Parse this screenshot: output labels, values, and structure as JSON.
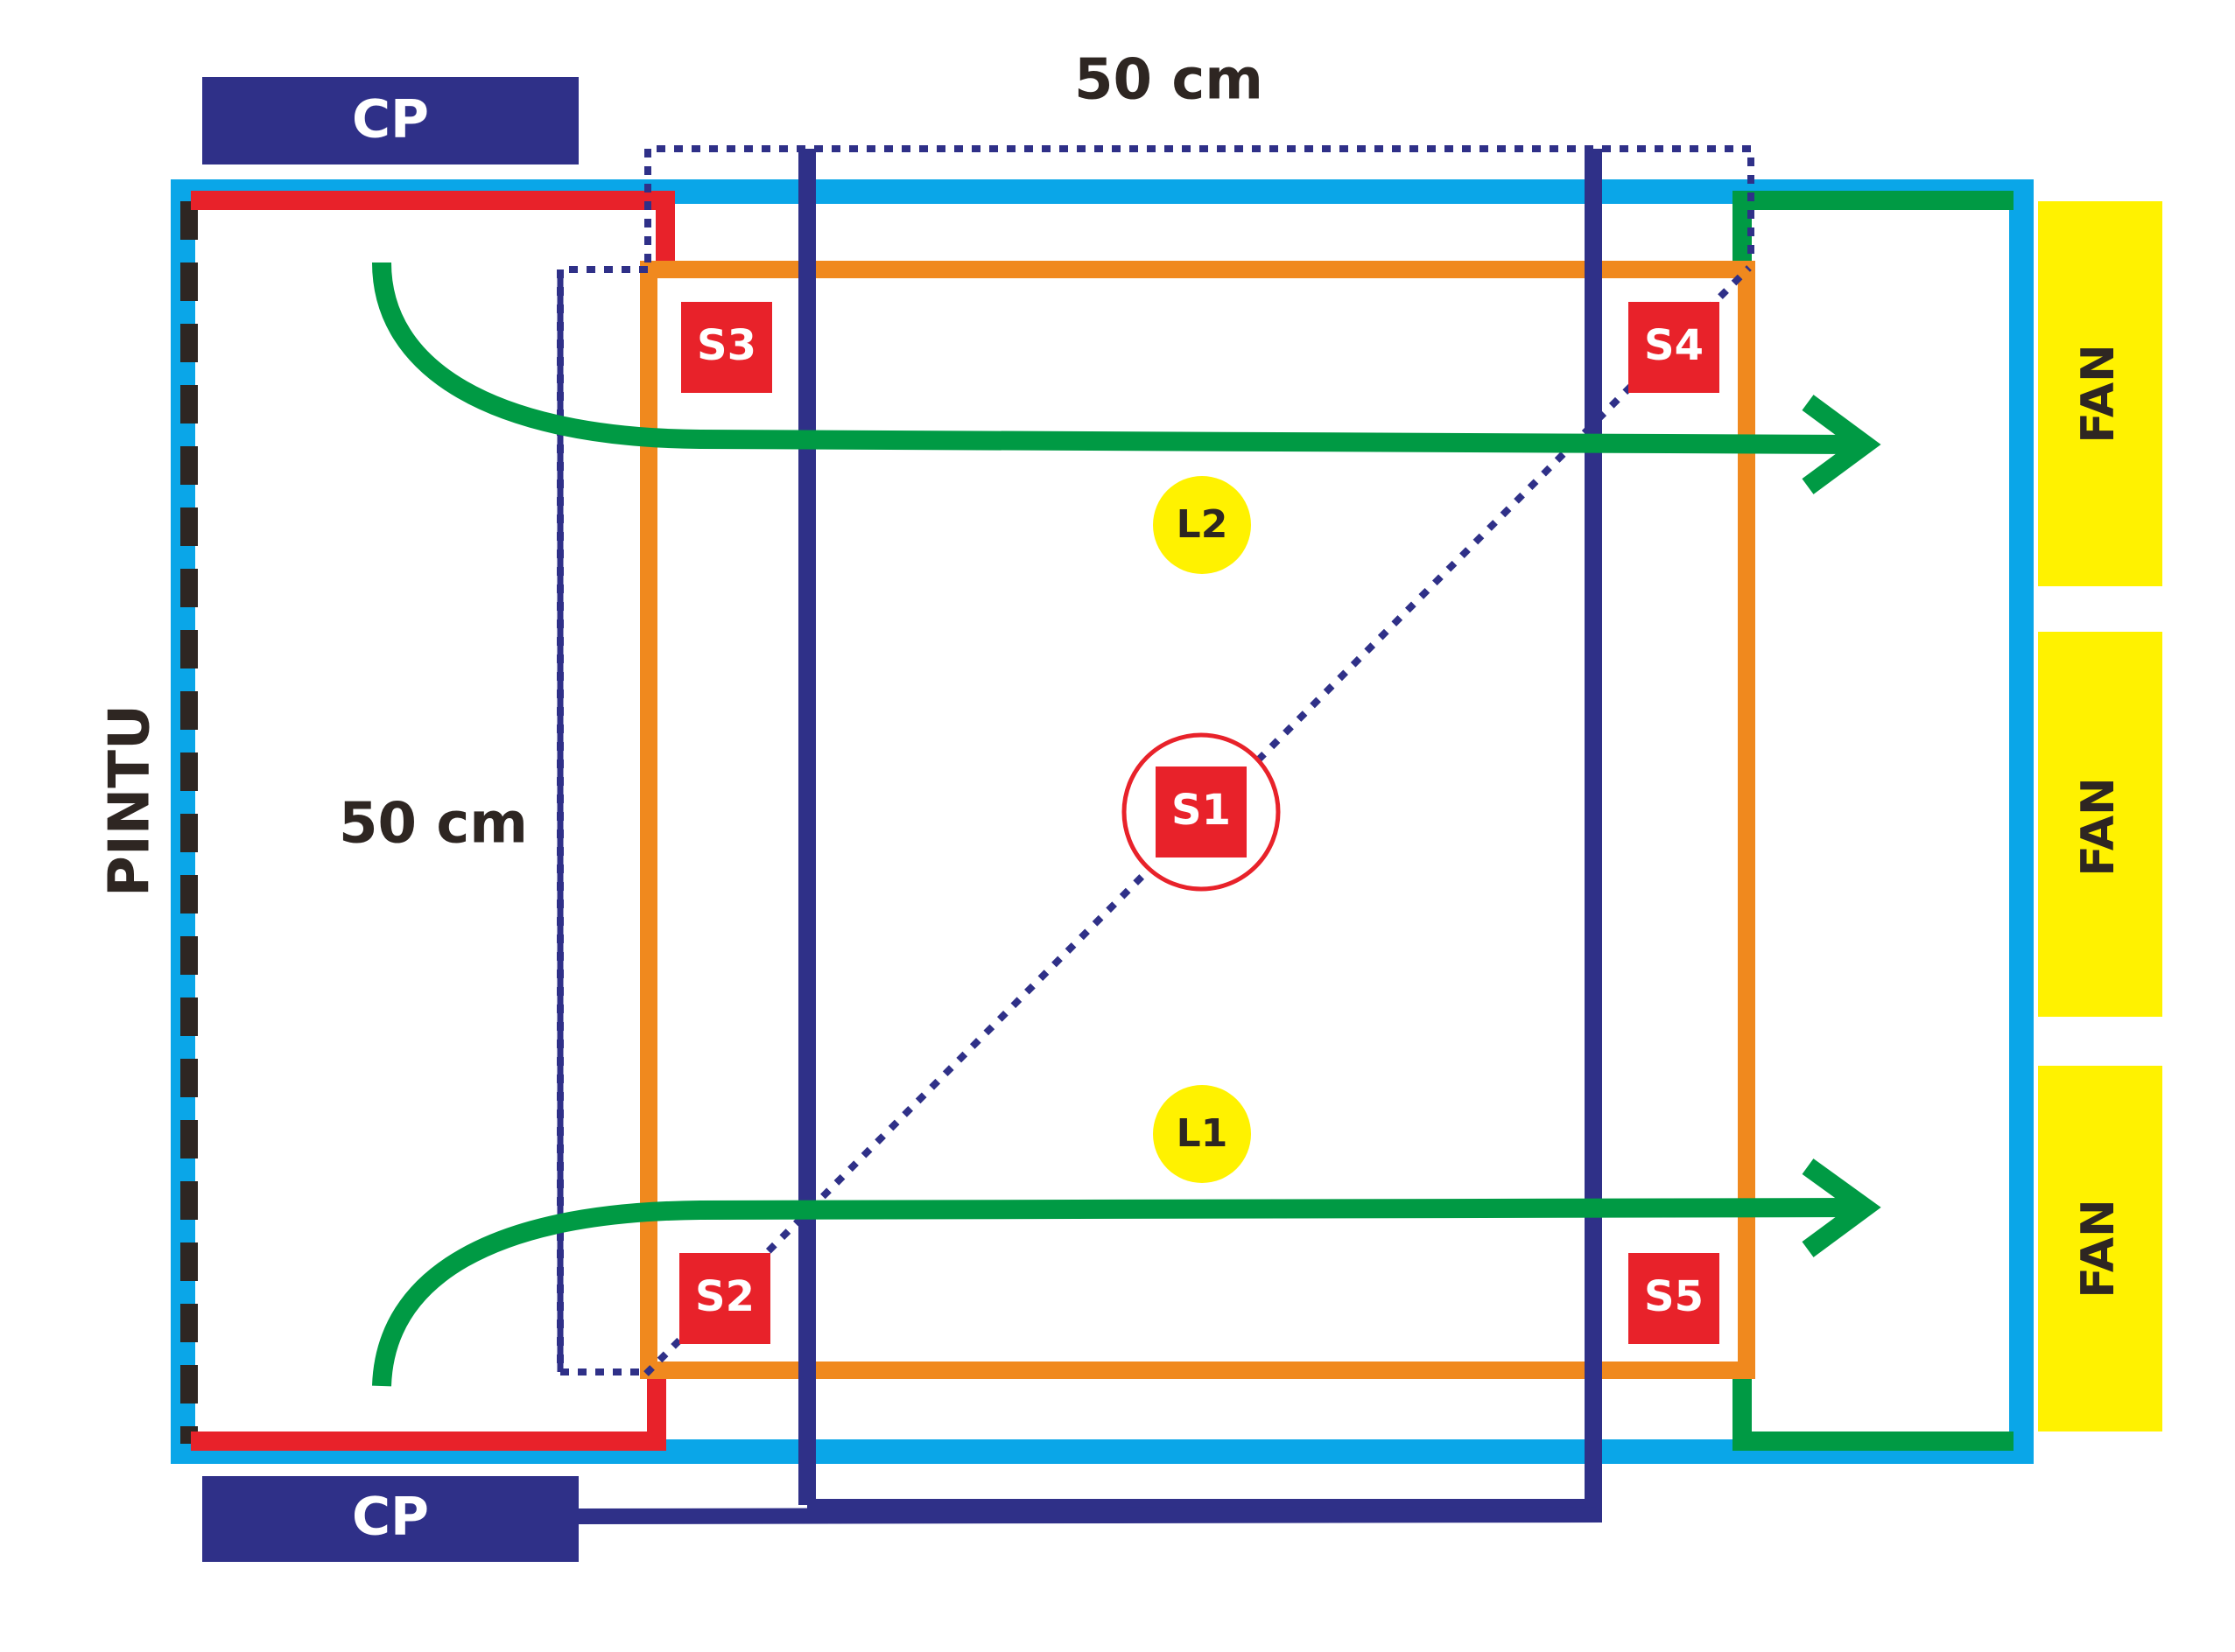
{
  "labels": {
    "top_dimension": "50 cm",
    "side_dimension": "50 cm",
    "door": "PINTU",
    "cp_top": "CP",
    "cp_bottom": "CP"
  },
  "fans": [
    "FAN",
    "FAN",
    "FAN"
  ],
  "sensors": {
    "s1": "S1",
    "s2": "S2",
    "s3": "S3",
    "s4": "S4",
    "s5": "S5"
  },
  "lamps": {
    "l1": "L1",
    "l2": "L2"
  },
  "colors": {
    "wall": "#0aa6e8",
    "frame": "#f0891e",
    "structure": "#2f3088",
    "airflow": "#009a44",
    "sensor": "#e8222a",
    "lamp": "#fff200",
    "fan": "#fff200",
    "text": "#2e2622"
  }
}
